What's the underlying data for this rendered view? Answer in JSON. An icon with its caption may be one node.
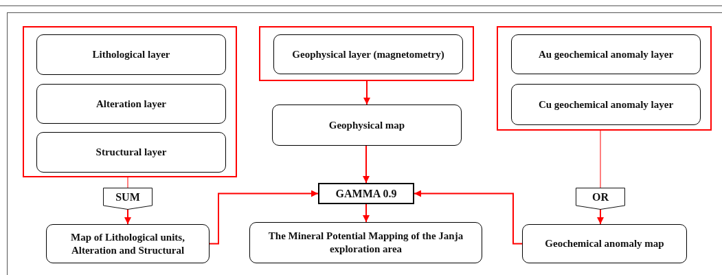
{
  "diagram": {
    "nodes": [
      {
        "text": [],
        "shape": "box"
      },
      {
        "text": [
          "Lithological layer"
        ],
        "in": 0
      },
      {
        "text": [
          "Alteration layer"
        ],
        "in": 0
      },
      {
        "text": [
          "Structural layer"
        ],
        "in": 0
      },
      {
        "text": [],
        "shape": "box"
      },
      {
        "text": [
          "Geophysical layer (magnetometry)"
        ],
        "in": 4
      },
      {
        "text": [],
        "shape": "box"
      },
      {
        "text": [
          "Au geochemical anomaly layer"
        ],
        "in": 6
      },
      {
        "text": [
          "Cu geochemical anomaly layer"
        ],
        "in": 6
      },
      {
        "text": [
          "Geophysical map"
        ]
      },
      {
        "text": [
          "SUM"
        ]
      },
      {
        "text": [
          "GAMMA 0.9"
        ]
      },
      {
        "text": [
          "OR"
        ]
      },
      {
        "text": [
          "Map of Lithological units, Alteration and Structural"
        ]
      },
      {
        "text": [
          "The Mineral Potential Mapping of the Janja exploration area"
        ]
      },
      {
        "text": [
          "Geochemical anomaly map"
        ]
      }
    ],
    "edges": [
      {
        "from": 0,
        "to": 10,
        "arrow": "none"
      },
      {
        "from": 10,
        "to": 13,
        "arrow": "to"
      },
      {
        "from": 13,
        "to": 11,
        "arrow": "to"
      },
      {
        "from": 4,
        "to": 9,
        "arrow": "to"
      },
      {
        "from": 9,
        "to": 11,
        "arrow": "to"
      },
      {
        "from": 11,
        "to": 14,
        "arrow": "to"
      },
      {
        "from": 6,
        "to": 12,
        "arrow": "none"
      },
      {
        "from": 12,
        "to": 15,
        "arrow": "to"
      },
      {
        "from": 15,
        "to": 11,
        "arrow": "to"
      }
    ]
  }
}
